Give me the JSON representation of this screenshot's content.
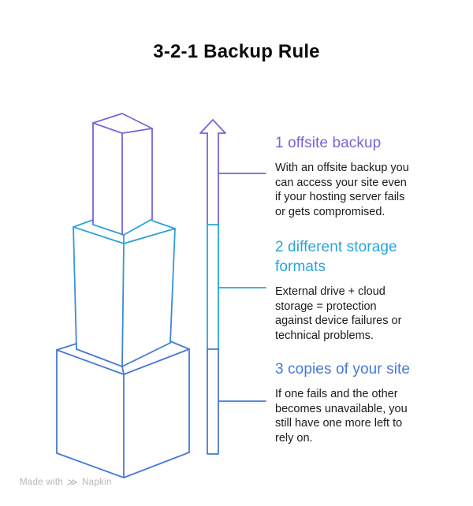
{
  "title": "3-2-1 Backup Rule",
  "colors": {
    "purple": "#7a63d8",
    "cyan": "#2aa4da",
    "blue": "#4679d6",
    "text": "#1a1b1e",
    "title": "#0b0b0c",
    "watermark": "#b6b6b6",
    "background": "#ffffff"
  },
  "sections": [
    {
      "heading": "1 offsite backup",
      "body": "With an offsite backup you\ncan access your site even\nif your hosting server fails\nor gets compromised.",
      "accent_color": "#7a63d8"
    },
    {
      "heading": "2 different storage\nformats",
      "body": "External drive + cloud\nstorage = protection\nagainst device failures or\ntechnical problems.",
      "accent_color": "#2aa4da"
    },
    {
      "heading": "3 copies of your site",
      "body": "If one fails and the other\nbecomes unavailable, you\nstill have one more left to\nrely on.",
      "accent_color": "#4679d6"
    }
  ],
  "diagram": {
    "icons": [
      "stacked-boxes-top-box-icon",
      "stacked-boxes-middle-box-icon",
      "stacked-boxes-bottom-box-icon",
      "up-arrow-icon"
    ]
  },
  "watermark": {
    "made_with": "Made with",
    "brand": "Napkin",
    "logo_glyph": "≫"
  }
}
